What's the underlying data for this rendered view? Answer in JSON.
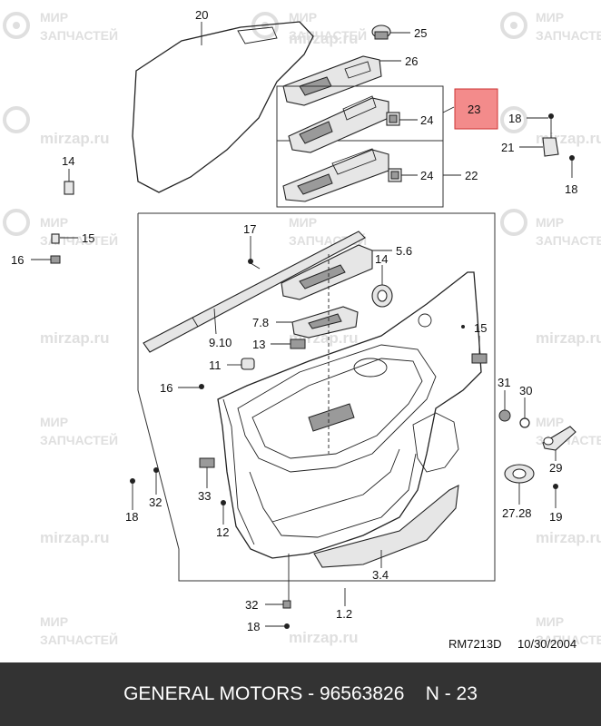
{
  "watermark": {
    "logo_word_1": "МИР",
    "logo_word_2": "ЗАПЧАСТЕЙ",
    "domain": "mirzap.ru"
  },
  "labels": {
    "p20": "20",
    "p25": "25",
    "p26": "26",
    "p23": "23",
    "p24a": "24",
    "p24b": "24",
    "p22": "22",
    "p18a": "18",
    "p21": "21",
    "p18b": "18",
    "p14a": "14",
    "p15a": "15",
    "p16a": "16",
    "p17": "17",
    "p56": "5.6",
    "p14b": "14",
    "p78": "7.8",
    "p910": "9.10",
    "p13": "13",
    "p15b": "15",
    "p11": "11",
    "p16b": "16",
    "p31": "31",
    "p30": "30",
    "p29": "29",
    "p2728": "27.28",
    "p19": "19",
    "p33": "33",
    "p32a": "32",
    "p18c": "18",
    "p12": "12",
    "p34": "3.4",
    "p32b": "32",
    "p12b": "1.2",
    "p18d": "18"
  },
  "diagram_ref": {
    "code": "RM7213D",
    "date": "10/30/2004"
  },
  "footer": {
    "text": "GENERAL MOTORS - 96563826    N - 23"
  },
  "colors": {
    "highlight": "#f38b8b",
    "footer_bg": "#333333",
    "footer_text": "#ffffff",
    "watermark": "#dcdcdc"
  }
}
